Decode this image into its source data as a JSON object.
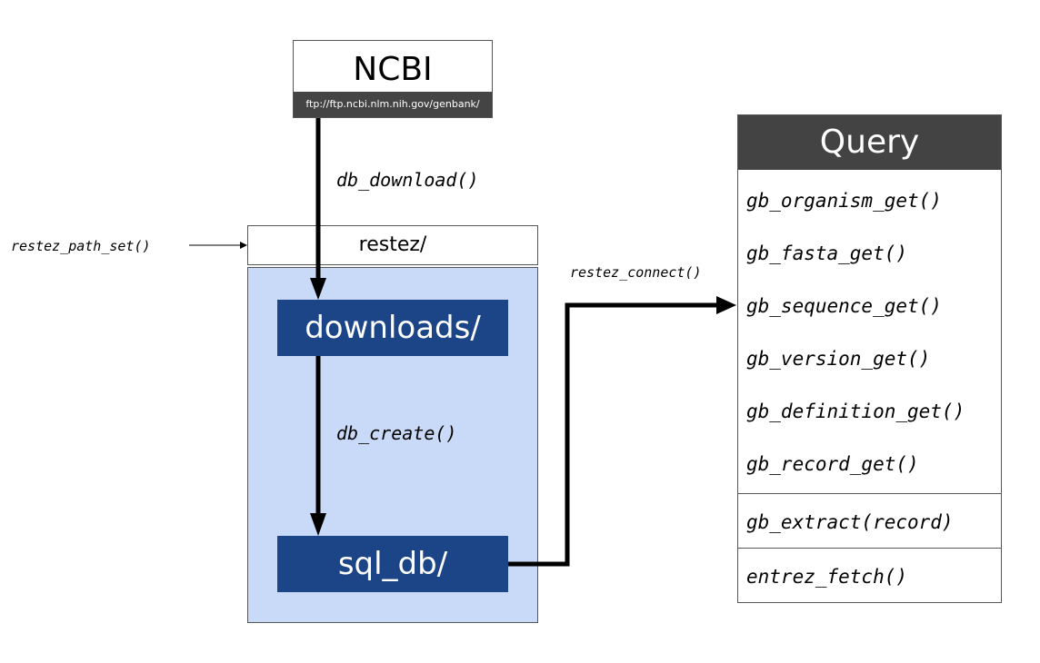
{
  "ncbi": {
    "title": "NCBI",
    "url": "ftp://ftp.ncbi.nlm.nih.gov/genbank/"
  },
  "restez": {
    "dir_label": "restez/",
    "path_set_fn": "restez_path_set()",
    "downloads_label": "downloads/",
    "sqldb_label": "sql_db/",
    "download_fn": "db_download()",
    "create_fn": "db_create()",
    "connect_fn": "restez_connect()"
  },
  "query": {
    "title": "Query",
    "functions": [
      "gb_organism_get()",
      "gb_fasta_get()",
      "gb_sequence_get()",
      "gb_version_get()",
      "gb_definition_get()",
      "gb_record_get()"
    ],
    "extract_fn": "gb_extract(record)",
    "entrez_fn": "entrez_fetch()"
  },
  "colors": {
    "dir_box": "#1c4587",
    "restez_area": "#c9daf8",
    "header_dark": "#434343"
  }
}
